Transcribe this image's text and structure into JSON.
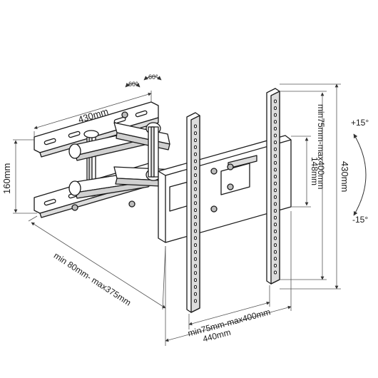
{
  "rotation": {
    "left": "60°",
    "right": "60°"
  },
  "dimensions": {
    "plate_width": "430mm",
    "plate_height": "160mm",
    "arm_extension": "min 80mm- max375mm",
    "vesa_horizontal": "min75mm-max400mm",
    "frame_width": "440mm",
    "vesa_vertical": "min75mm-max400mm",
    "frame_height": "430mm",
    "inner_height": "148mm"
  },
  "tilt": {
    "up": "+15°",
    "down": "-15°"
  },
  "colors": {
    "line": "#1a1a1a",
    "fill": "#ffffff",
    "shade": "#d9d9d9",
    "dim": "#555555"
  }
}
